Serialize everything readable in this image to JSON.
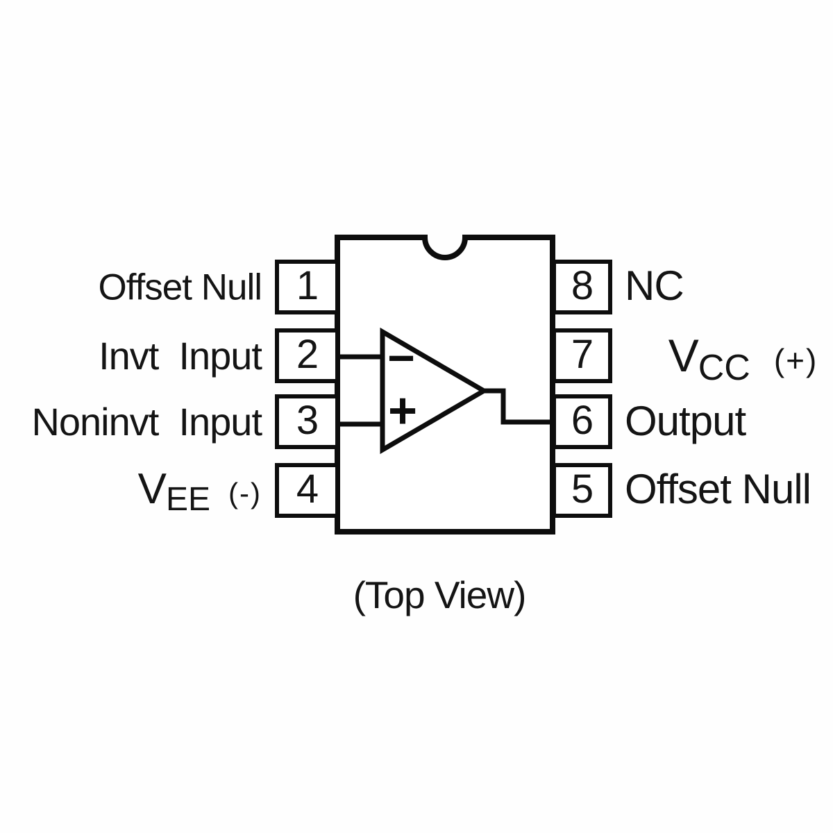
{
  "page": {
    "background_color": "#ffffff",
    "line_color": "#0d0d0d",
    "text_color": "#141414"
  },
  "caption": "(Top View)",
  "ic": {
    "package": "8-pin-dip",
    "left_pins": [
      {
        "number": "1",
        "label": "Offset Null"
      },
      {
        "number": "2",
        "label": "Invt  Input"
      },
      {
        "number": "3",
        "label": "Noninvt  Input"
      },
      {
        "number": "4",
        "label": {
          "main": "V",
          "sub": "EE",
          "suffix": "(-)"
        }
      }
    ],
    "right_pins": [
      {
        "number": "8",
        "label": "NC"
      },
      {
        "number": "7",
        "label": {
          "main": "V",
          "sub": "CC",
          "suffix": "(+)"
        }
      },
      {
        "number": "6",
        "label": "Output"
      },
      {
        "number": "5",
        "label": "Offset Null"
      }
    ],
    "opamp": {
      "inverting_symbol": "−",
      "noninverting_symbol": "+"
    }
  }
}
